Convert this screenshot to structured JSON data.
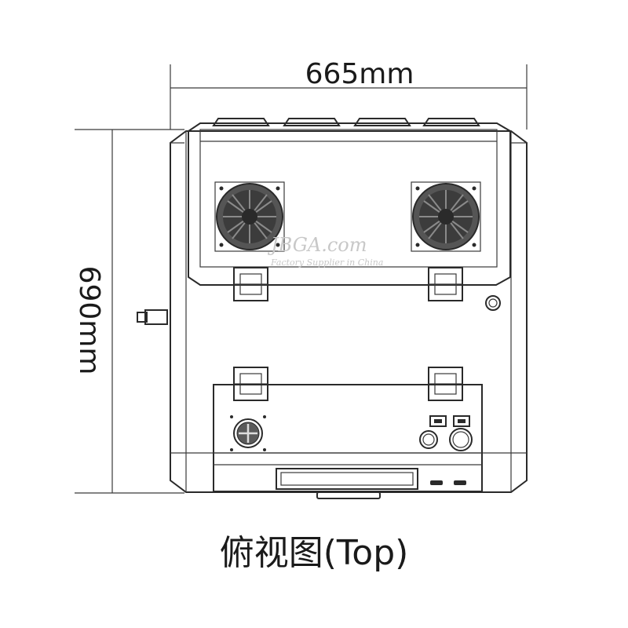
{
  "width_label": "665mm",
  "height_label": "690mm",
  "caption": "俯视图(Top)",
  "watermark": {
    "brand": "JBGA.com",
    "tagline": "Factory Supplier in China"
  },
  "colors": {
    "line": "#2a2a2a",
    "fan_dark": "#3c3c3c",
    "watermark": "#c8c8c8"
  }
}
